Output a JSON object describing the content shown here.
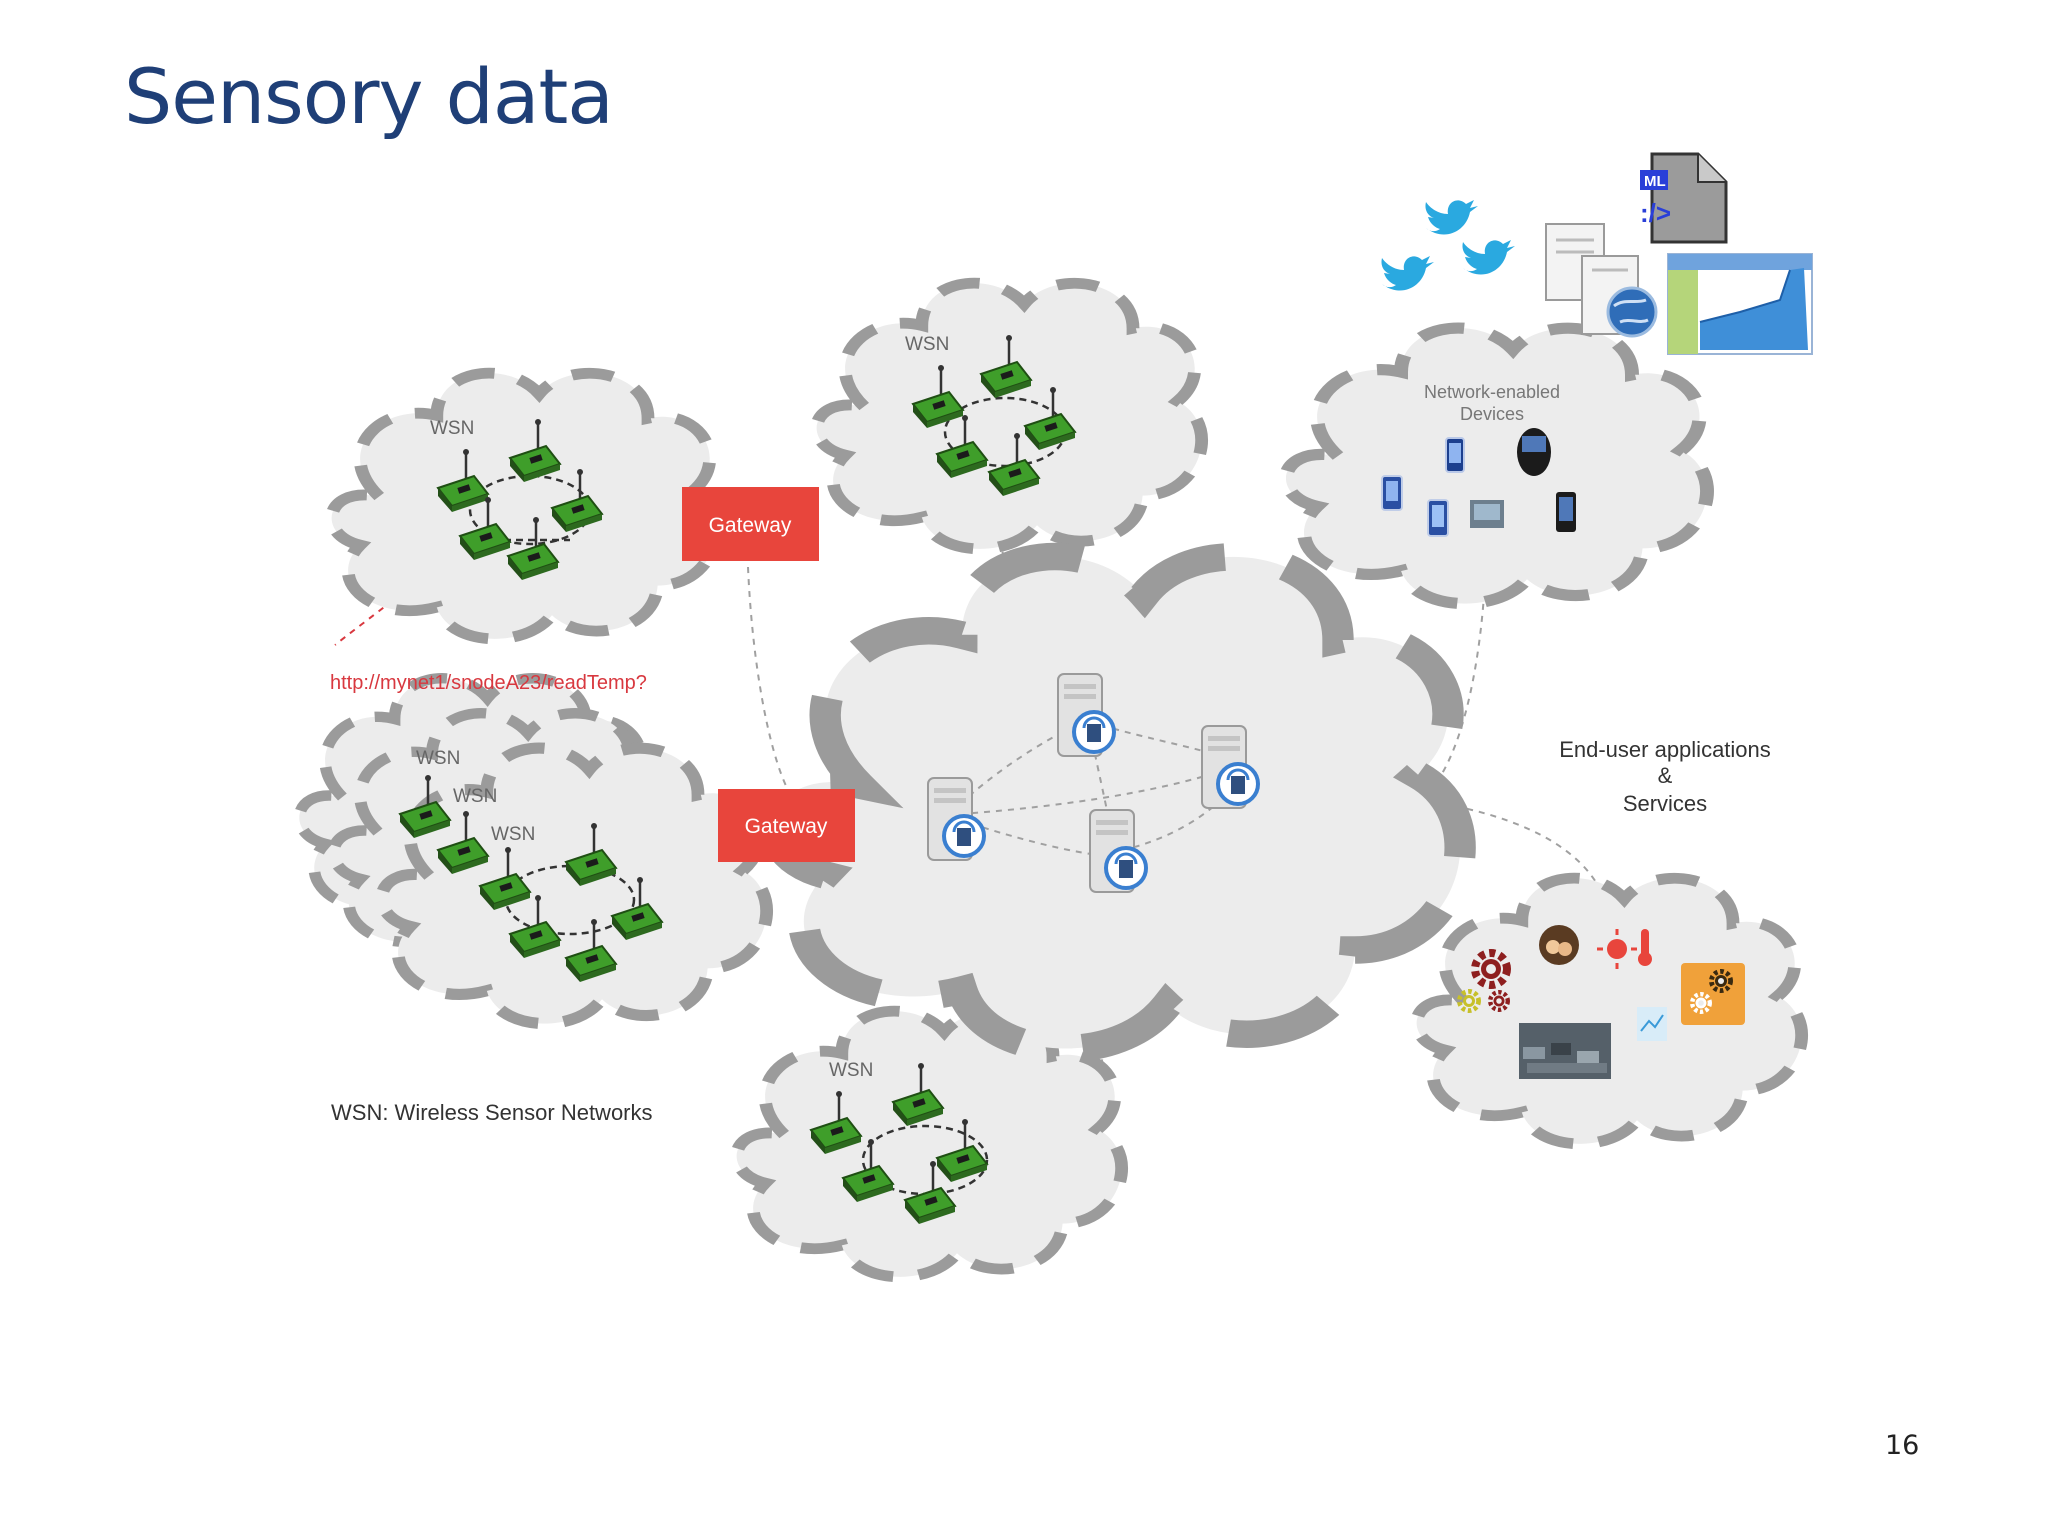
{
  "slide": {
    "title": "Sensory data",
    "page_number": "16"
  },
  "diagram": {
    "wsn_label": "WSN",
    "gateway_label": "Gateway",
    "devices_cloud_label_line1": "Network-enabled",
    "devices_cloud_label_line2": "Devices",
    "services_label_line1": "End-user applications",
    "services_label_line2": "&",
    "services_label_line3": "Services",
    "url_example": "http://mynet1/snodeA23/readTemp?",
    "legend": "WSN: Wireless Sensor Networks",
    "xml_badge": "ML",
    "xml_tag": ":/>"
  },
  "colors": {
    "title": "#1f3f77",
    "gateway": "#e8453c",
    "sensor_node": "#3f9e2a",
    "cloud_fill": "#ececec",
    "cloud_outline": "#9b9b9b",
    "url_text": "#d8383f",
    "twitter": "#2aa9e0"
  },
  "icons": [
    "twitter-bird-icon",
    "document-icon",
    "globe-icon",
    "xml-file-icon",
    "spreadsheet-icon",
    "server-icon",
    "sensor-node-icon",
    "phone-icon",
    "gear-icon",
    "sun-thermometer-icon"
  ]
}
